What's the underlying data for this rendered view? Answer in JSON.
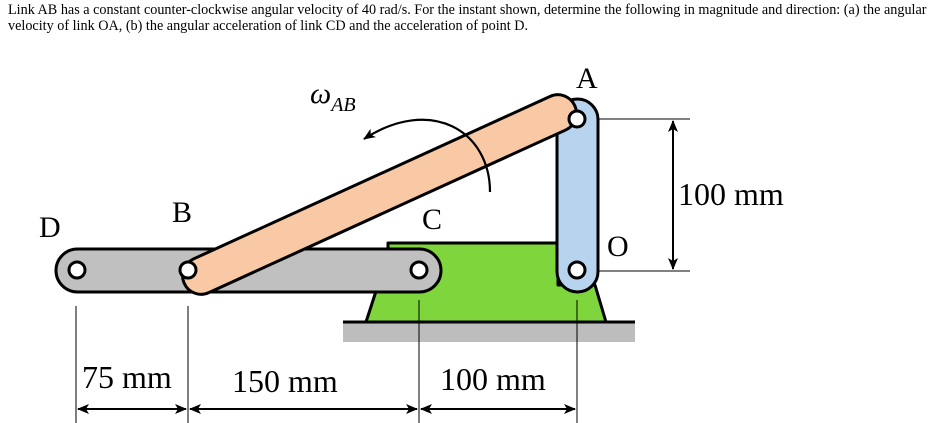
{
  "problem": {
    "text": "Link AB has a constant counter-clockwise angular velocity of 40 rad/s. For the instant shown, determine the following in magnitude and direction: (a) the angular velocity of link OA, (b) the angular acceleration of link CD and the acceleration of point D."
  },
  "labels": {
    "A": "A",
    "B": "B",
    "C": "C",
    "D": "D",
    "O": "O",
    "omega_symbol": "ω",
    "omega_subscript": "AB"
  },
  "dimensions": {
    "height": "100 mm",
    "d1": "75 mm",
    "d2": "150 mm",
    "d3": "100 mm"
  },
  "colors": {
    "link_ab": "#f9c8a4",
    "link_oa": "#b7d3ee",
    "link_cd": "#c0c0c0",
    "base": "#7ed63c",
    "ground": "#bdbdbd"
  }
}
